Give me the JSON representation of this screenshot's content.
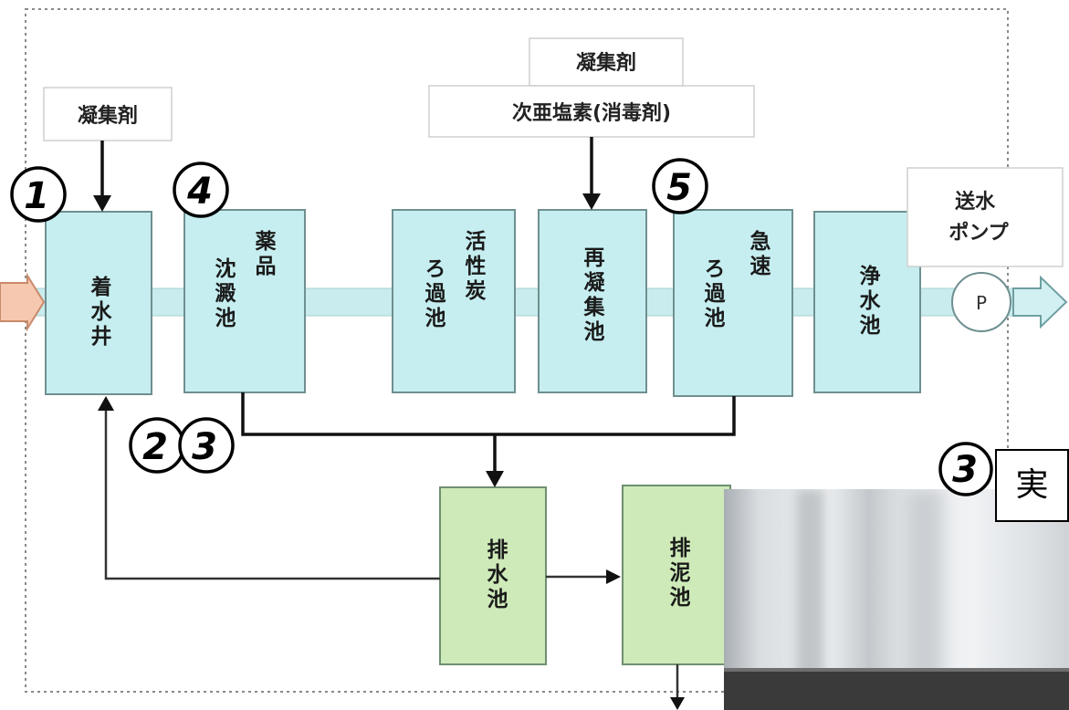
{
  "nodes": {
    "intake_well": "着水井",
    "sedimentation_top": "薬品",
    "sedimentation_bottom": "沈澱池",
    "activated_carbon_top": "活性炭",
    "activated_carbon_bottom": "ろ過池",
    "recoagulation": "再凝集池",
    "rapid_filter_top": "急速",
    "rapid_filter_bottom": "ろ過池",
    "clear_water": "浄水池",
    "drain_basin": "排水池",
    "sludge_basin": "排泥池"
  },
  "labels": {
    "coagulant_left": "凝集剤",
    "coagulant_top": "凝集剤",
    "hypochlorite": "次亜塩素(消毒剤)",
    "pump_label": "送水ポンプ",
    "pump_symbol": "P"
  },
  "markers": {
    "m1": "1",
    "m4": "4",
    "m5": "5",
    "m2": "2",
    "m3": "3",
    "m3_video": "3"
  },
  "video": {
    "badge": "実"
  }
}
